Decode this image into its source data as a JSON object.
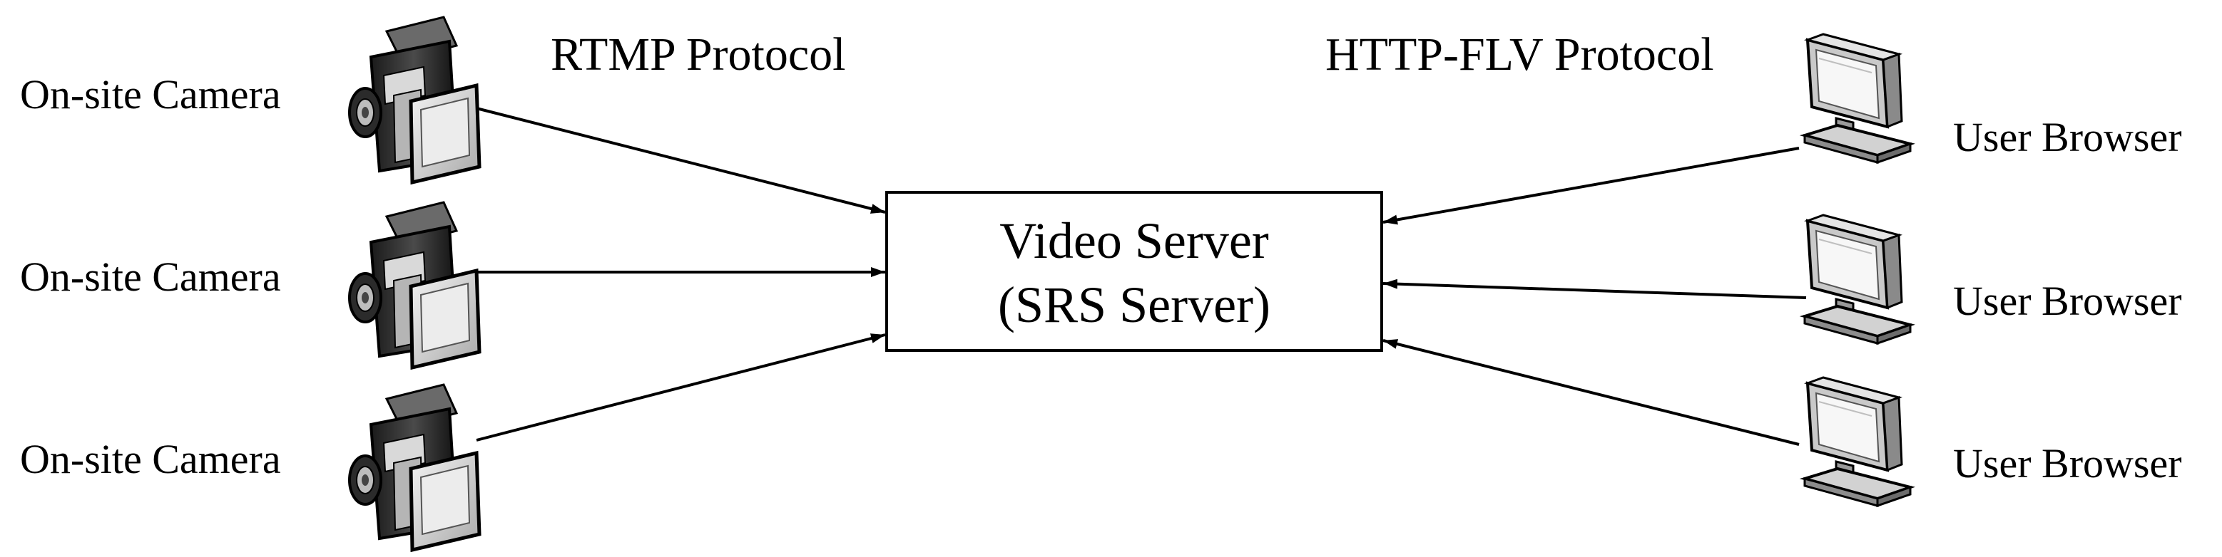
{
  "protocols": {
    "left": "RTMP Protocol",
    "right": "HTTP-FLV Protocol"
  },
  "server": {
    "line1": "Video Server",
    "line2": "(SRS Server)"
  },
  "cameras": [
    {
      "label": "On-site Camera"
    },
    {
      "label": "On-site Camera"
    },
    {
      "label": "On-site Camera"
    }
  ],
  "browsers": [
    {
      "label": "User Browser"
    },
    {
      "label": "User Browser"
    },
    {
      "label": "User Browser"
    }
  ],
  "icons": {
    "camera": "video-camera-icon",
    "browser": "computer-monitor-icon"
  }
}
